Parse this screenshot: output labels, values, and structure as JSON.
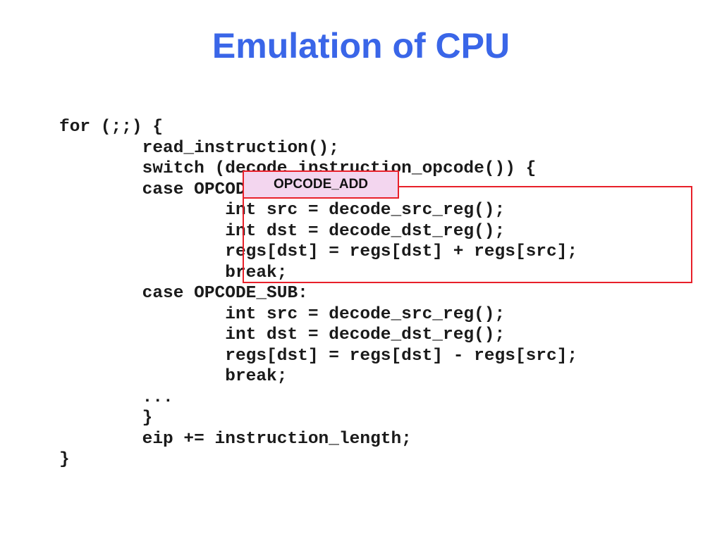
{
  "slide": {
    "title": "Emulation of CPU",
    "code_lines": [
      "for (;;) {",
      "        read_instruction();",
      "        switch (decode_instruction_opcode()) {",
      "        case OPCODE_ADD:",
      "                int src = decode_src_reg();",
      "                int dst = decode_dst_reg();",
      "                regs[dst] = regs[dst] + regs[src];",
      "                break;",
      "        case OPCODE_SUB:",
      "                int src = decode_src_reg();",
      "                int dst = decode_dst_reg();",
      "                regs[dst] = regs[dst] - regs[src];",
      "                break;",
      "        ...",
      "        }",
      "        eip += instruction_length;",
      "}"
    ],
    "callout_label": "OPCODE_ADD",
    "highlight_color": "#e8202a",
    "title_color": "#3a66e8"
  }
}
